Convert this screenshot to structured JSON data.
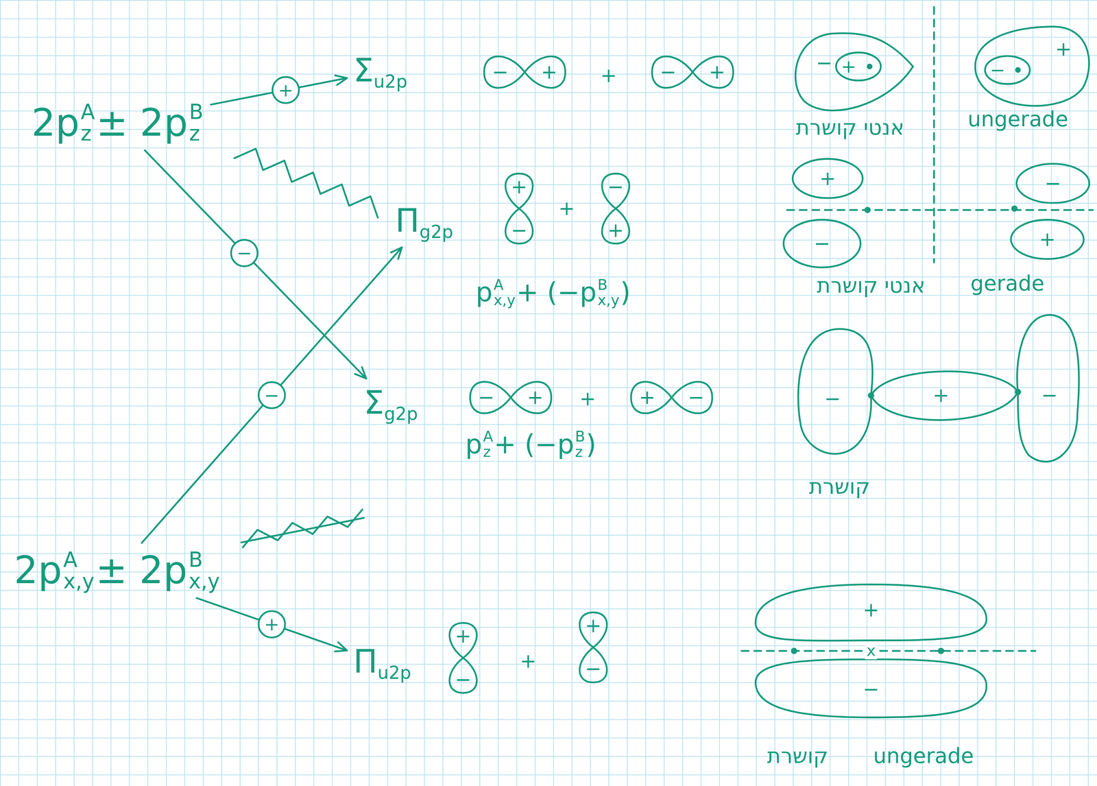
{
  "diagram": {
    "nodes": [
      {
        "text": [
          "2p",
          "A",
          "z",
          "± 2p",
          "B",
          "z"
        ]
      },
      {
        "text": [
          "Σ",
          "u2p"
        ]
      },
      {
        "text": [
          "Π",
          "g2p"
        ]
      },
      {
        "text": [
          "Σ",
          "g2p"
        ]
      },
      {
        "text": [
          "2p",
          "A",
          "x,y",
          "± 2p",
          "B",
          "x,y"
        ]
      },
      {
        "text": [
          "Π",
          "u2p"
        ]
      }
    ],
    "edges": [
      {
        "from": 0,
        "to": 1,
        "arrow": "to",
        "label": "+"
      },
      {
        "from": 0,
        "to": 3,
        "arrow": "to",
        "label": "−"
      },
      {
        "from": 4,
        "to": 2,
        "arrow": "to",
        "label": "−"
      },
      {
        "from": 4,
        "to": 5,
        "arrow": "to",
        "label": "+"
      }
    ],
    "labels": [
      "p",
      "A",
      "x,y",
      "+ (−p",
      "B",
      "x,y",
      ")",
      "p",
      "A",
      "z",
      "+ (−p",
      "B",
      "z",
      ")",
      "−",
      "+",
      "+",
      "−",
      "+",
      "−",
      "+",
      "+",
      "−",
      "אנטי קושרת",
      "ungerade",
      "+",
      "−",
      "+",
      "−",
      "+",
      "+",
      "−",
      "−",
      "+",
      "אנטי קושרת",
      "gerade",
      "−",
      "+",
      "+",
      "+",
      "−",
      "−",
      "+",
      "−",
      "קושרת",
      "+",
      "−",
      "+",
      "+",
      "−",
      "+",
      "−",
      "x",
      "קושרת",
      "ungerade"
    ]
  }
}
